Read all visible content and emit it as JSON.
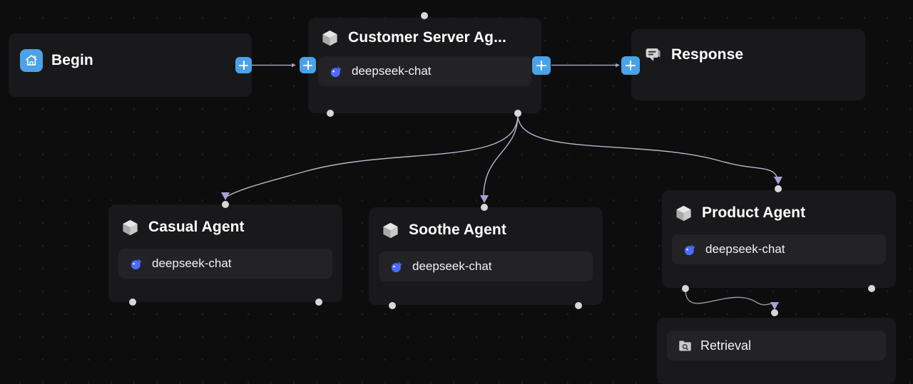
{
  "canvas": {
    "background_color": "#0d0d0e",
    "dot_color": "#2a2a2c",
    "accent_color": "#4aa3e8",
    "edge_color": "#b9b6c9",
    "arrow_color": "#a79fd6",
    "handle_color": "#d7d7d7",
    "node_bg": "#19191b",
    "chip_bg": "#232326",
    "deepseek_blue": "#4d6bfe"
  },
  "nodes": [
    {
      "id": "begin",
      "title": "Begin",
      "icon": "home-plus-icon",
      "icon_style": "blue-badge",
      "model": null
    },
    {
      "id": "customer-server-agent",
      "title": "Customer Server Ag...",
      "icon": "cube-icon",
      "icon_style": "gray-cube",
      "model": "deepseek-chat",
      "model_icon": "deepseek-whale-icon"
    },
    {
      "id": "response",
      "title": "Response",
      "icon": "chat-bubble-icon",
      "icon_style": "gray-chat",
      "model": null
    },
    {
      "id": "casual-agent",
      "title": "Casual Agent",
      "icon": "cube-icon",
      "icon_style": "gray-cube",
      "model": "deepseek-chat",
      "model_icon": "deepseek-whale-icon"
    },
    {
      "id": "soothe-agent",
      "title": "Soothe Agent",
      "icon": "cube-icon",
      "icon_style": "gray-cube",
      "model": "deepseek-chat",
      "model_icon": "deepseek-whale-icon"
    },
    {
      "id": "product-agent",
      "title": "Product Agent",
      "icon": "cube-icon",
      "icon_style": "gray-cube",
      "model": "deepseek-chat",
      "model_icon": "deepseek-whale-icon"
    },
    {
      "id": "retrieval",
      "title": "Retrieval",
      "icon": "folder-search-icon",
      "icon_style": "chip-only",
      "model": null
    }
  ],
  "buttons": {
    "add_label": "+",
    "begin_source_add": "+",
    "agent_target_add": "+",
    "agent_source_add": "+",
    "response_target_add": "+"
  },
  "edges": [
    {
      "from": "begin",
      "to": "customer-server-agent",
      "type": "straight"
    },
    {
      "from": "customer-server-agent",
      "to": "response",
      "type": "straight"
    },
    {
      "from": "customer-server-agent",
      "to": "casual-agent",
      "type": "bezier"
    },
    {
      "from": "customer-server-agent",
      "to": "soothe-agent",
      "type": "bezier"
    },
    {
      "from": "customer-server-agent",
      "to": "product-agent",
      "type": "bezier"
    },
    {
      "from": "product-agent",
      "to": "retrieval",
      "type": "bezier"
    }
  ]
}
